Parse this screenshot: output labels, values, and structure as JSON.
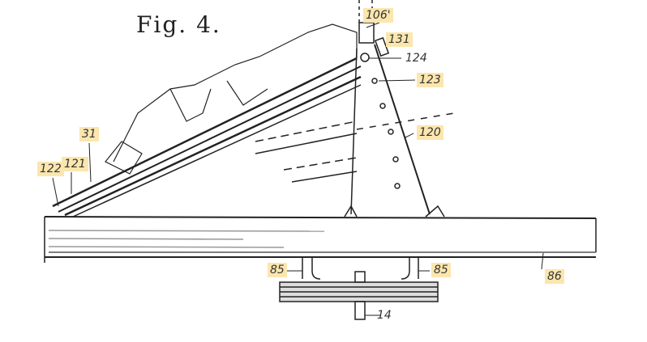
{
  "figure": {
    "title": "Fig. 4.",
    "labels": {
      "l106": "106'",
      "l131": "131",
      "l124": "124",
      "l123": "123",
      "l120": "120",
      "l31": "31",
      "l121": "121",
      "l122": "122",
      "l85a": "85",
      "l85b": "85",
      "l86": "86",
      "l14": "14"
    },
    "highlight_color": "#fbe6ae"
  }
}
